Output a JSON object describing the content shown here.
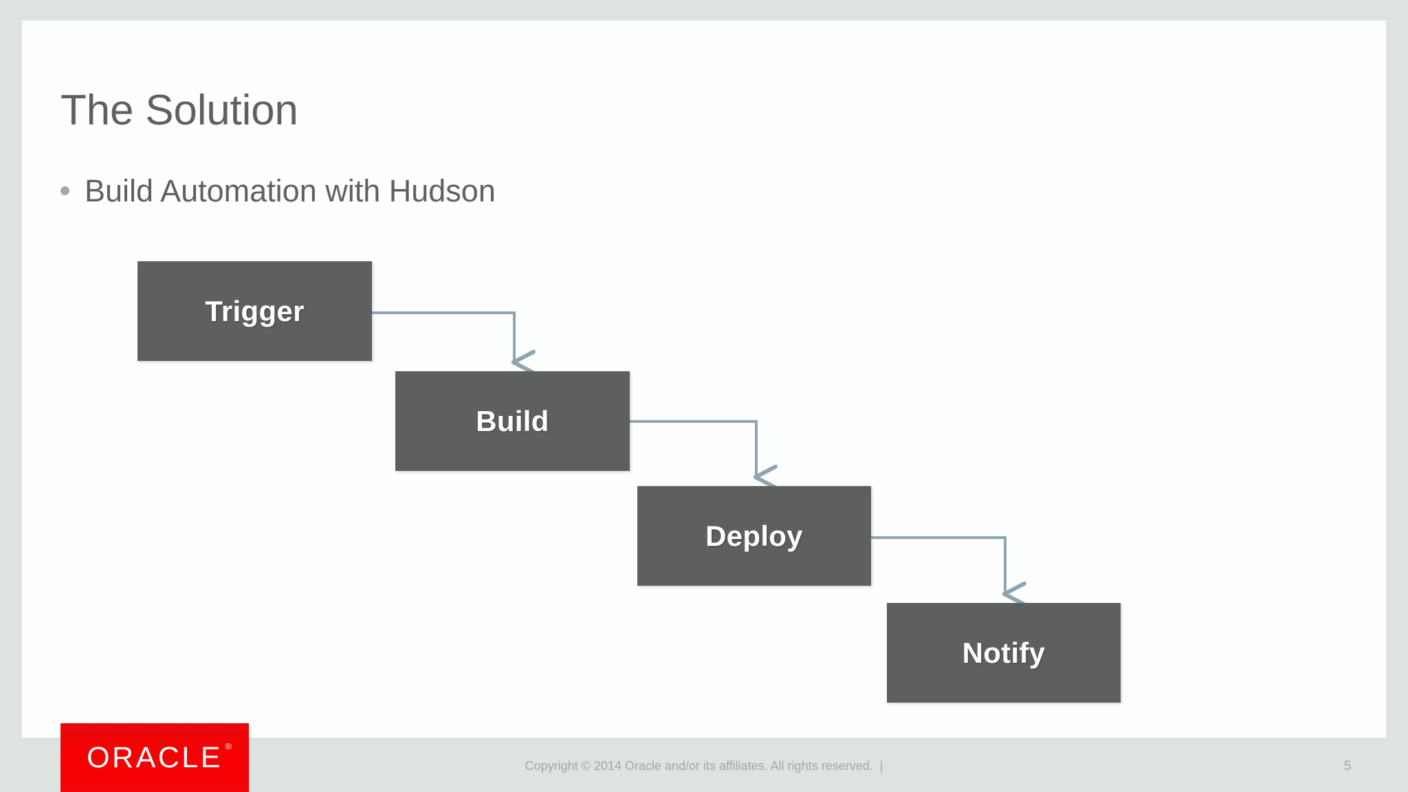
{
  "slide": {
    "title": "The Solution",
    "bullets": [
      {
        "text": "Build Automation with Hudson",
        "marker": "bullet-dot"
      }
    ],
    "diagram": {
      "type": "flow-cascade",
      "box_fill": "#5e605f",
      "box_text_color": "#ffffff",
      "connector_color": "#8fa4b1",
      "steps": [
        {
          "label": "Trigger"
        },
        {
          "label": "Build"
        },
        {
          "label": "Deploy"
        },
        {
          "label": "Notify"
        }
      ],
      "connectors": [
        {
          "from": "Trigger",
          "to": "Build",
          "style": "elbow-arrow"
        },
        {
          "from": "Build",
          "to": "Deploy",
          "style": "elbow-arrow"
        },
        {
          "from": "Deploy",
          "to": "Notify",
          "style": "elbow-arrow"
        }
      ]
    }
  },
  "footer": {
    "logo_text": "ORACLE",
    "logo_registered_mark": "®",
    "logo_color": "#f50000",
    "copyright": "Copyright © 2014 Oracle and/or its affiliates. All rights reserved.  |",
    "page_number": "5"
  },
  "theme": {
    "background": "#dee2e1",
    "canvas": "#fdfefe",
    "title_color": "#5f6160",
    "body_text_color": "#5f6160",
    "footer_text_color": "#9fa9a9"
  }
}
